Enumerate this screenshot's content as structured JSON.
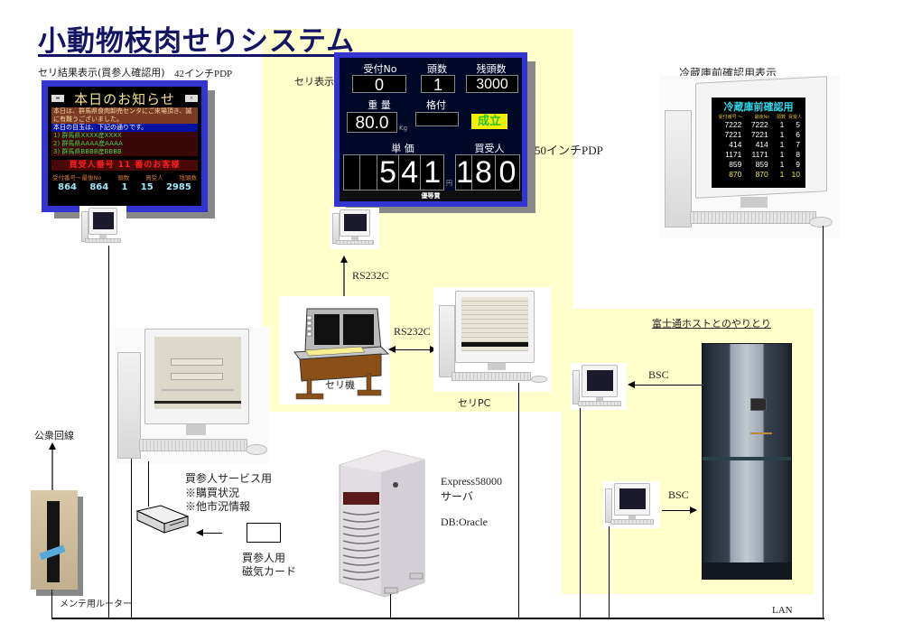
{
  "title": "小動物枝肉せりシステム",
  "labels": {
    "result_display": "セリ結果表示(買参人確認用)",
    "pdp42": "42インチPDP",
    "seri_display": "セリ表示",
    "pdp50": "50インチPDP",
    "fridge_display": "冷蔵庫前確認用表示",
    "rs232c_up": "RS232C",
    "rs232c_side": "RS232C",
    "seri_machine": "セリ機",
    "seri_pc": "セリPC",
    "fujitsu_host": "富士通ホストとのやりとり",
    "bsc_in": "BSC",
    "bsc_out": "BSC",
    "public_line": "公衆回線",
    "buyer_service": "買参人サービス用",
    "purchase_status": "※購買状況",
    "other_market": "※他市況情報",
    "buyer_card_1": "買参人用",
    "buyer_card_2": "磁気カード",
    "server_model": "Express58000",
    "server_type": "サーバ",
    "db": "DB:Oracle",
    "maint_router": "メンテ用ルーター",
    "lan": "LAN"
  },
  "announcement": {
    "title": "本日のお知らせ",
    "message_1": "本日は、群馬県食肉卸売センタにご来場頂き、誠に有難うございました。",
    "message_2": "本日の目玉は、下記の通りです。",
    "items": [
      "1) 群馬県XXXX産XXXX",
      "2) 群馬県AAAA産AAAA",
      "3) 群馬県BBBB産BBBB"
    ],
    "buyer_notice": "買受人番号 11 番のお客様",
    "headers": [
      "受付番号～最後No",
      "頭数",
      "買受人",
      "残頭数"
    ],
    "values": [
      "864",
      "864",
      "1",
      "15",
      "2985"
    ]
  },
  "seri_board": {
    "reception_no_label": "受付No",
    "reception_no": "0",
    "head_count_label": "頭数",
    "head_count": "1",
    "remaining_label": "残頭数",
    "remaining": "3000",
    "weight_label": "重 量",
    "weight": "80.0",
    "weight_unit": "Kg",
    "grade_label": "格付",
    "grade": "",
    "status": "成立",
    "unit_price_label": "単 価",
    "unit_price_digits": [
      "",
      "",
      "5",
      "4",
      "1"
    ],
    "yen": "円",
    "buyer_label": "買受人",
    "buyer_digits": [
      "1",
      "8",
      "0"
    ],
    "footer": "優等賞"
  },
  "fridge": {
    "title": "冷蔵庫前確認用",
    "headers": [
      "受付番号 ～",
      "最後No",
      "頭数",
      "買受人"
    ],
    "rows": [
      [
        "7222",
        "7222",
        "1",
        "5"
      ],
      [
        "7221",
        "7221",
        "1",
        "6"
      ],
      [
        "414",
        "414",
        "1",
        "7"
      ],
      [
        "1171",
        "1171",
        "1",
        "8"
      ],
      [
        "859",
        "859",
        "1",
        "9"
      ],
      [
        "870",
        "870",
        "1",
        "10"
      ]
    ]
  },
  "colors": {
    "title": "#141464",
    "highlight_bg": "#ffffcc",
    "pdp_frame": "#3434d0",
    "status_bg": "#f0f000",
    "status_fg": "#30c030"
  }
}
